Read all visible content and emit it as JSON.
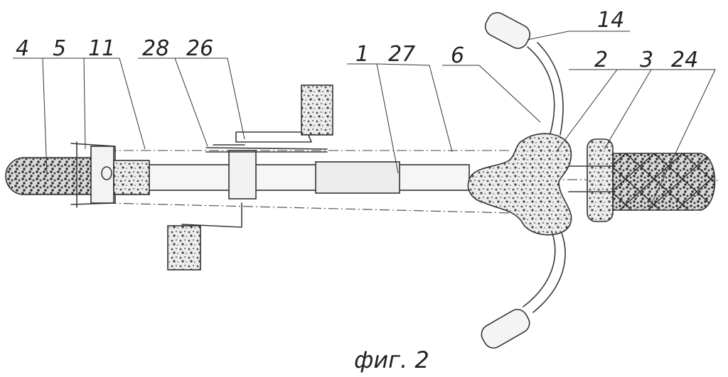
{
  "figure": {
    "caption": "фиг. 2",
    "labels": [
      "4",
      "5",
      "11",
      "28",
      "26",
      "1",
      "27",
      "6",
      "14",
      "2",
      "3",
      "24"
    ]
  },
  "colors": {
    "ink": "#333333",
    "foam_fill": "#e9e9e9",
    "dots": "#4a4a4a",
    "background": "#ffffff"
  }
}
